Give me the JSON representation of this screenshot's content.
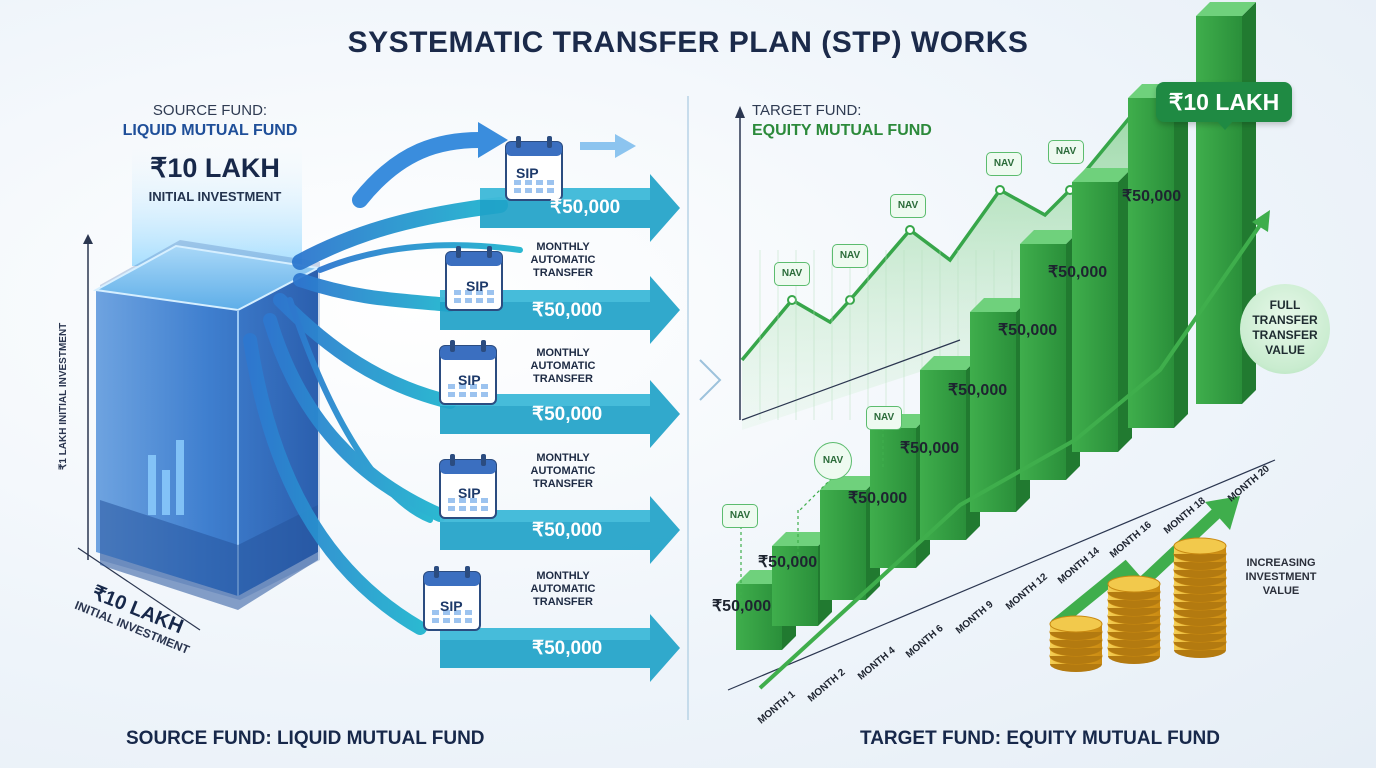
{
  "title": "SYSTEMATIC TRANSFER PLAN (STP) WORKS",
  "source": {
    "caption": "SOURCE FUND:",
    "name": "LIQUID MUTUAL FUND",
    "amount": "₹10 LAKH",
    "amount_note": "INITIAL INVESTMENT",
    "axis_label": "₹1 LAKH INITIAL INVESTMENT",
    "base_amount": "₹10 LAKH",
    "base_note": "INITIAL INVESTMENT",
    "footer": "SOURCE FUND: LIQUID MUTUAL FUND"
  },
  "transfers": [
    {
      "icon": "SIP",
      "amount": "₹50,000",
      "note": ""
    },
    {
      "icon": "SIP",
      "amount": "₹50,000",
      "note_lines": [
        "MONTHLY",
        "AUTOMATIC",
        "TRANSFER"
      ]
    },
    {
      "icon": "SIP",
      "amount": "₹50,000",
      "note_lines": [
        "MONTHLY",
        "AUTOMATIC",
        "TRANSFER"
      ]
    },
    {
      "icon": "SIP",
      "amount": "₹50,000",
      "note_lines": [
        "MONTHLY",
        "AUTOMATIC",
        "TRANSFER"
      ]
    },
    {
      "icon": "SIP",
      "amount": "₹50,000",
      "note_lines": [
        "MONTHLY",
        "AUTOMATIC",
        "TRANSFER"
      ]
    }
  ],
  "target": {
    "caption": "TARGET FUND:",
    "name": "EQUITY MUTUAL FUND",
    "final_badge": "₹10 LAKH",
    "nav_label": "NAV",
    "bar_amount": "₹50,000",
    "months": [
      "MONTH 1",
      "MONTH 2",
      "MONTH 4",
      "MONTH 6",
      "MONTH 9",
      "MONTH 12",
      "MONTH 14",
      "MONTH 16",
      "MONTH 18",
      "MONTH 20"
    ],
    "full_transfer_lines": [
      "FULL",
      "TRANSFER",
      "TRANSFER",
      "VALUE"
    ],
    "increasing_lines": [
      "INCREASING",
      "INVESTMENT",
      "VALUE"
    ],
    "footer": "TARGET FUND: EQUITY MUTUAL FUND"
  },
  "colors": {
    "title": "#1b2a4a",
    "source_blue": "#1f7fc9",
    "arrow_teal": "#1aa6c9",
    "target_green": "#2fa84a",
    "badge_green": "#1f8a43",
    "coin_gold": "#e8b429"
  }
}
